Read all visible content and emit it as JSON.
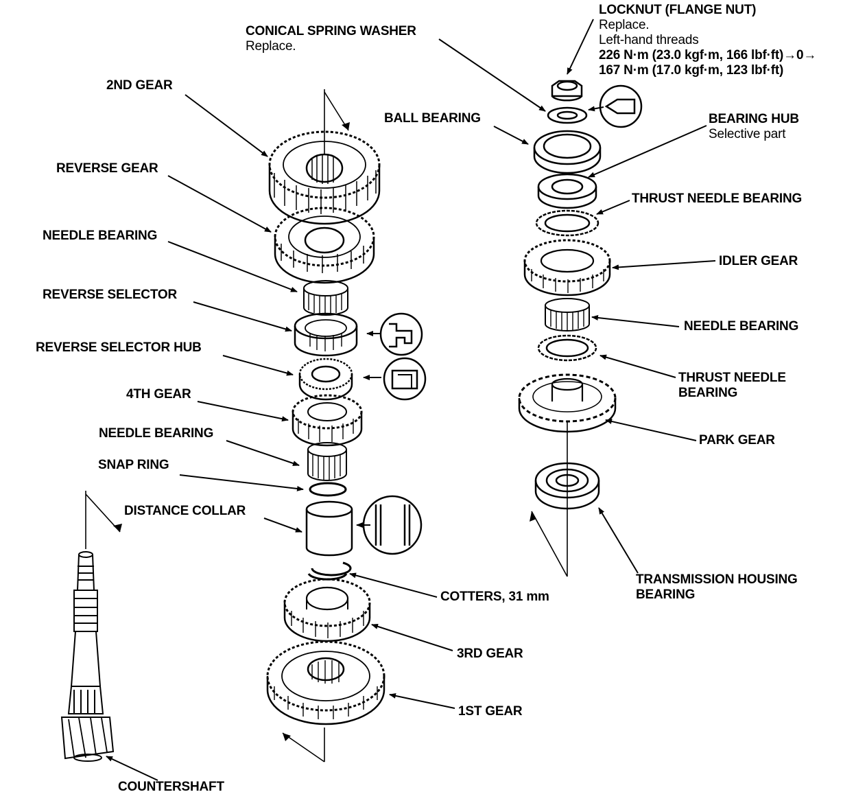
{
  "labels": {
    "locknut": {
      "title": "LOCKNUT (FLANGE NUT)",
      "note1": "Replace.",
      "note2": "Left-hand threads",
      "torque1": "226 N·m (23.0 kgf·m, 166 lbf·ft)→0→",
      "torque2": "167 N·m (17.0 kgf·m, 123 lbf·ft)"
    },
    "conical_spring_washer": {
      "title": "CONICAL SPRING WASHER",
      "note": "Replace."
    },
    "second_gear": "2ND GEAR",
    "ball_bearing": "BALL BEARING",
    "bearing_hub": {
      "title": "BEARING HUB",
      "note": "Selective part"
    },
    "reverse_gear": "REVERSE GEAR",
    "thrust_needle_bearing_1": "THRUST NEEDLE BEARING",
    "needle_bearing_1": "NEEDLE BEARING",
    "idler_gear": "IDLER GEAR",
    "reverse_selector": "REVERSE SELECTOR",
    "needle_bearing_2": "NEEDLE BEARING",
    "reverse_selector_hub": "REVERSE SELECTOR HUB",
    "thrust_needle_bearing_2": {
      "line1": "THRUST NEEDLE",
      "line2": "BEARING"
    },
    "fourth_gear": "4TH GEAR",
    "park_gear": "PARK GEAR",
    "needle_bearing_3": "NEEDLE BEARING",
    "snap_ring": "SNAP RING",
    "distance_collar": "DISTANCE COLLAR",
    "transmission_housing_bearing": {
      "line1": "TRANSMISSION HOUSING",
      "line2": "BEARING"
    },
    "cotters": "COTTERS, 31 mm",
    "third_gear": "3RD GEAR",
    "first_gear": "1ST GEAR",
    "countershaft": "COUNTERSHAFT"
  },
  "colors": {
    "ink": "#000000",
    "paper": "#ffffff"
  }
}
